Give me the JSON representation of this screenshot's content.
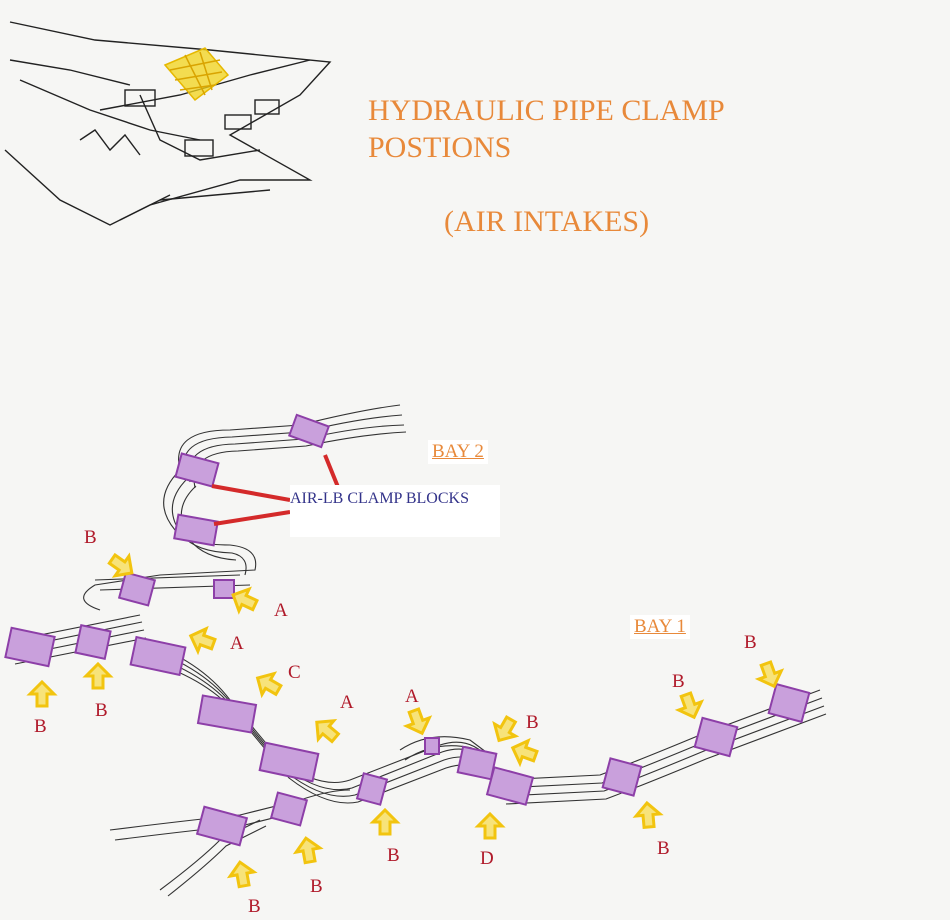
{
  "title": {
    "line1": "HYDRAULIC PIPE CLAMP",
    "line2": "POSTIONS",
    "subtitle": "(AIR INTAKES)"
  },
  "bays": {
    "bay2": "BAY 2",
    "bay1": "BAY 1"
  },
  "callout": {
    "text": "AIR-LB CLAMP BLOCKS"
  },
  "clamp_labels": [
    {
      "id": "b-top-left",
      "text": "B"
    },
    {
      "id": "a-1",
      "text": "A"
    },
    {
      "id": "a-2",
      "text": "A"
    },
    {
      "id": "c-1",
      "text": "C"
    },
    {
      "id": "a-3",
      "text": "A"
    },
    {
      "id": "a-4",
      "text": "A"
    },
    {
      "id": "b-mid",
      "text": "B"
    },
    {
      "id": "b-right-1",
      "text": "B"
    },
    {
      "id": "b-right-2",
      "text": "B"
    },
    {
      "id": "b-left-1",
      "text": "B"
    },
    {
      "id": "b-left-2",
      "text": "B"
    },
    {
      "id": "b-lower-1",
      "text": "B"
    },
    {
      "id": "d-1",
      "text": "D"
    },
    {
      "id": "b-lower-2",
      "text": "B"
    },
    {
      "id": "b-bottom-1",
      "text": "B"
    },
    {
      "id": "b-bottom-2",
      "text": "B"
    }
  ],
  "colors": {
    "title": "#e8893a",
    "label": "#b01a2a",
    "callout_text": "#33338a",
    "clamp": "#a259b8",
    "arrow": "#f2c40f",
    "pointer": "#d42a2a"
  },
  "icons": [
    "aircraft-sketch",
    "clamp-block",
    "arrow-pointer"
  ]
}
